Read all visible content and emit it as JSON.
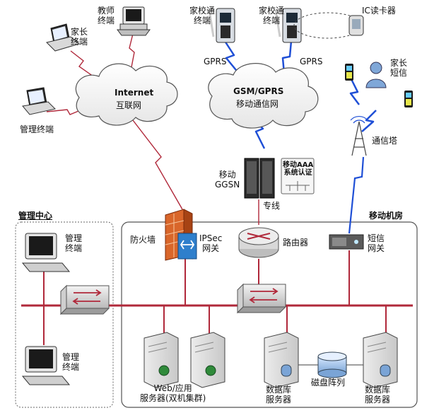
{
  "nodes": {
    "parent_terminal": "家长\n终端",
    "teacher_terminal": "教师\n终端",
    "mgmt_terminal_top": "管理终端",
    "home_school_1": "家校通\n终端",
    "home_school_2": "家校通\n终端",
    "ic_reader": "IC读卡器",
    "parent_sms": "家长\n短信",
    "internet_title": "Internet",
    "internet_sub": "互联网",
    "gsm_title": "GSM/GPRS",
    "gsm_sub": "移动通信网",
    "gprs_1": "GPRS",
    "gprs_2": "GPRS",
    "tower": "通信塔",
    "ggsn": "移动\nGGSN",
    "aaa": "移动AAA\n系统认证",
    "dedicated_line": "专线",
    "mgmt_center": "管理中心",
    "mobile_room": "移动机房",
    "mgmt_1": "管理\n终端",
    "mgmt_2": "管理\n终端",
    "firewall": "防火墙",
    "ipsec": "IPSec\n网关",
    "router": "路由器",
    "sms_gateway": "短信\n网关",
    "web_servers": "Web/应用\n服务器(双机集群)",
    "db_server_1": "数据库\n服务器",
    "disk_array": "磁盘阵列",
    "db_server_2": "数据库\n服务器"
  },
  "colors": {
    "lan_bus": "#b0283a",
    "lightning": "#1f4fd6",
    "frame": "#555555"
  }
}
